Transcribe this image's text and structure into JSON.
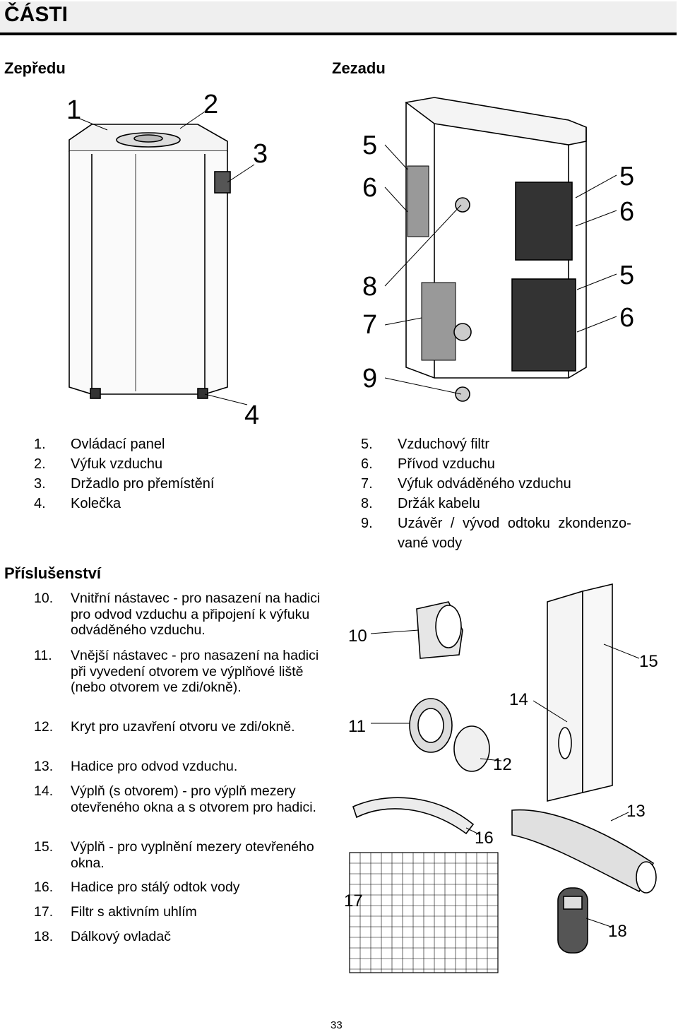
{
  "header": {
    "title": "ČÁSTI"
  },
  "front": {
    "heading": "Zepředu",
    "items": [
      {
        "num": "1.",
        "label": "Ovládací panel"
      },
      {
        "num": "2.",
        "label": "Výfuk vzduchu"
      },
      {
        "num": "3.",
        "label": "Držadlo pro přemístění"
      },
      {
        "num": "4.",
        "label": "Kolečka"
      }
    ],
    "callouts": [
      "1",
      "2",
      "3",
      "4"
    ]
  },
  "back": {
    "heading": "Zezadu",
    "items": [
      {
        "num": "5.",
        "label": "Vzduchový filtr"
      },
      {
        "num": "6.",
        "label": "Přívod vzduchu"
      },
      {
        "num": "7.",
        "label": "Výfuk odváděného vzduchu"
      },
      {
        "num": "8.",
        "label": "Držák kabelu"
      },
      {
        "num": "9.",
        "label": "Uzávěr / vývod odtoku zkondenzo-",
        "label2": "vané vody"
      }
    ],
    "callouts": [
      "5",
      "6",
      "8",
      "7",
      "9",
      "5",
      "6",
      "5",
      "6"
    ]
  },
  "accessories": {
    "heading": "Příslušenství",
    "items": [
      {
        "num": "10.",
        "label": "Vnitřní nástavec - pro nasazení na hadici pro odvod vzduchu a připojení k výfuku odváděného vzduchu."
      },
      {
        "num": "11.",
        "label": "Vnější nástavec - pro nasazení na hadici při vyvedení otvorem ve výplňové liště (nebo otvorem ve zdi/okně)."
      },
      {
        "num": "12.",
        "label": "Kryt pro uzavření otvoru ve zdi/okně."
      },
      {
        "num": "13.",
        "label": "Hadice pro odvod vzduchu."
      },
      {
        "num": "14.",
        "label": "Výplň (s otvorem) - pro výplň mezery otevřeného okna a s otvorem pro hadici."
      },
      {
        "num": "15.",
        "label": "Výplň - pro vyplnění mezery otevřeného okna."
      },
      {
        "num": "16.",
        "label": "Hadice pro stálý odtok vody"
      },
      {
        "num": "17.",
        "label": "Filtr s aktivním uhlím"
      },
      {
        "num": "18.",
        "label": "Dálkový ovladač"
      }
    ],
    "callouts": [
      "10",
      "11",
      "12",
      "13",
      "14",
      "15",
      "16",
      "17",
      "18"
    ]
  },
  "footer": {
    "page_number": "33"
  }
}
